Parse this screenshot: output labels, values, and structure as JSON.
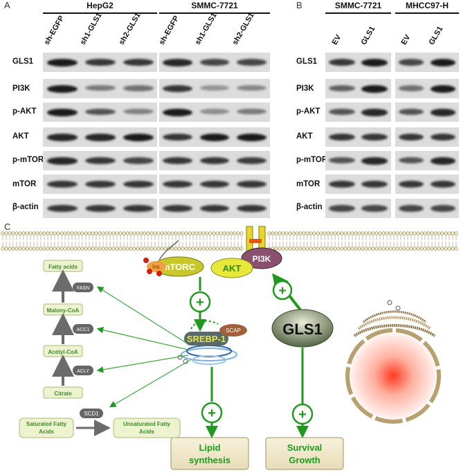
{
  "panels": [
    "A",
    "B",
    "C"
  ],
  "panelA": {
    "groups": [
      {
        "title": "HepG2",
        "lanes": [
          "sh-EGFP",
          "sh1-GLS1",
          "sh2-GLS1"
        ]
      },
      {
        "title": "SMMC-7721",
        "lanes": [
          "sh-EGFP",
          "sh1-GLS1",
          "sh2-GLS1"
        ]
      }
    ],
    "rows": [
      "GLS1",
      "PI3K",
      "p-AKT",
      "AKT",
      "p-mTOR",
      "mTOR",
      "β-actin"
    ]
  },
  "panelB": {
    "groups": [
      {
        "title": "SMMC-7721",
        "lanes": [
          "EV",
          "GLS1"
        ]
      },
      {
        "title": "MHCC97-H",
        "lanes": [
          "EV",
          "GLS1"
        ]
      }
    ],
    "rows": [
      "GLS1",
      "PI3K",
      "p-AKT",
      "AKT",
      "p-mTOR",
      "mTOR",
      "β-actin"
    ]
  },
  "diagram": {
    "pi3k": "PI3K",
    "akt": "AKT",
    "mtorc": "mTORC",
    "insig": "Ins",
    "srebp": "SREBP-1",
    "scap": "SCAP",
    "gls1": "GLS1",
    "plus": "+",
    "pathway": [
      "Fatty acids",
      "FASN",
      "Malony-CoA",
      "ACC1",
      "Acetyl-CoA",
      "ACLY",
      "Citrate"
    ],
    "scd1": "SCD1",
    "saturated": "Saturated Fatty Acids",
    "unsaturated": "Unsaturated Fatty Acids",
    "lipid": "Lipid synthesis",
    "survival": "Survival Growth"
  }
}
